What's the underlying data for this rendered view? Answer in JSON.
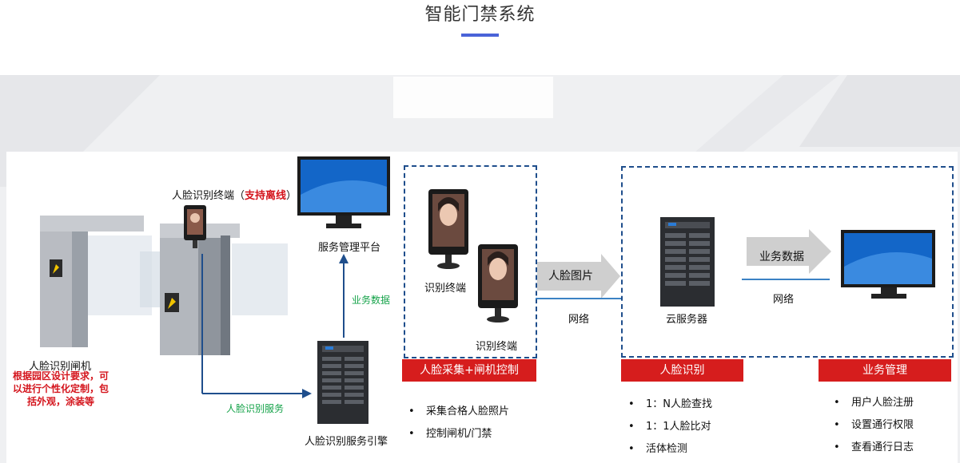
{
  "title": "智能门禁系统",
  "gate": {
    "label": "人脸识别闸机",
    "note_line1": "根据园区设计要求，可",
    "note_line2": "以进行个性化定制，包",
    "note_line3": "括外观，涂装等"
  },
  "terminal_top": {
    "prefix": "人脸识别终端（",
    "highlight": "支持离线",
    "suffix": "）"
  },
  "platform": {
    "label": "服务管理平台"
  },
  "edges": {
    "business_data": "业务数据",
    "face_service": "人脸识别服务"
  },
  "engine": {
    "label": "人脸识别服务引擎"
  },
  "collect_box": {
    "terminal1": "识别终端",
    "terminal2": "识别终端",
    "bar": "人脸采集+闸机控制",
    "bullets": [
      "采集合格人脸照片",
      "控制闸机/门禁"
    ]
  },
  "face_image_arrow": {
    "label": "人脸图片",
    "network": "网络"
  },
  "cloud": {
    "label": "云服务器",
    "arrow_label": "业务数据",
    "network": "网络"
  },
  "recognition": {
    "bar": "人脸识别",
    "bullets": [
      "1：N人脸查找",
      "1：1人脸比对",
      "活体检测"
    ]
  },
  "business": {
    "bar": "业务管理",
    "bullets": [
      "用户人脸注册",
      "设置通行权限",
      "查看通行日志"
    ]
  },
  "colors": {
    "accent": "#4a63d8",
    "red": "#d61d1d",
    "blue": "#1f4e8c",
    "green": "#16a34a"
  }
}
